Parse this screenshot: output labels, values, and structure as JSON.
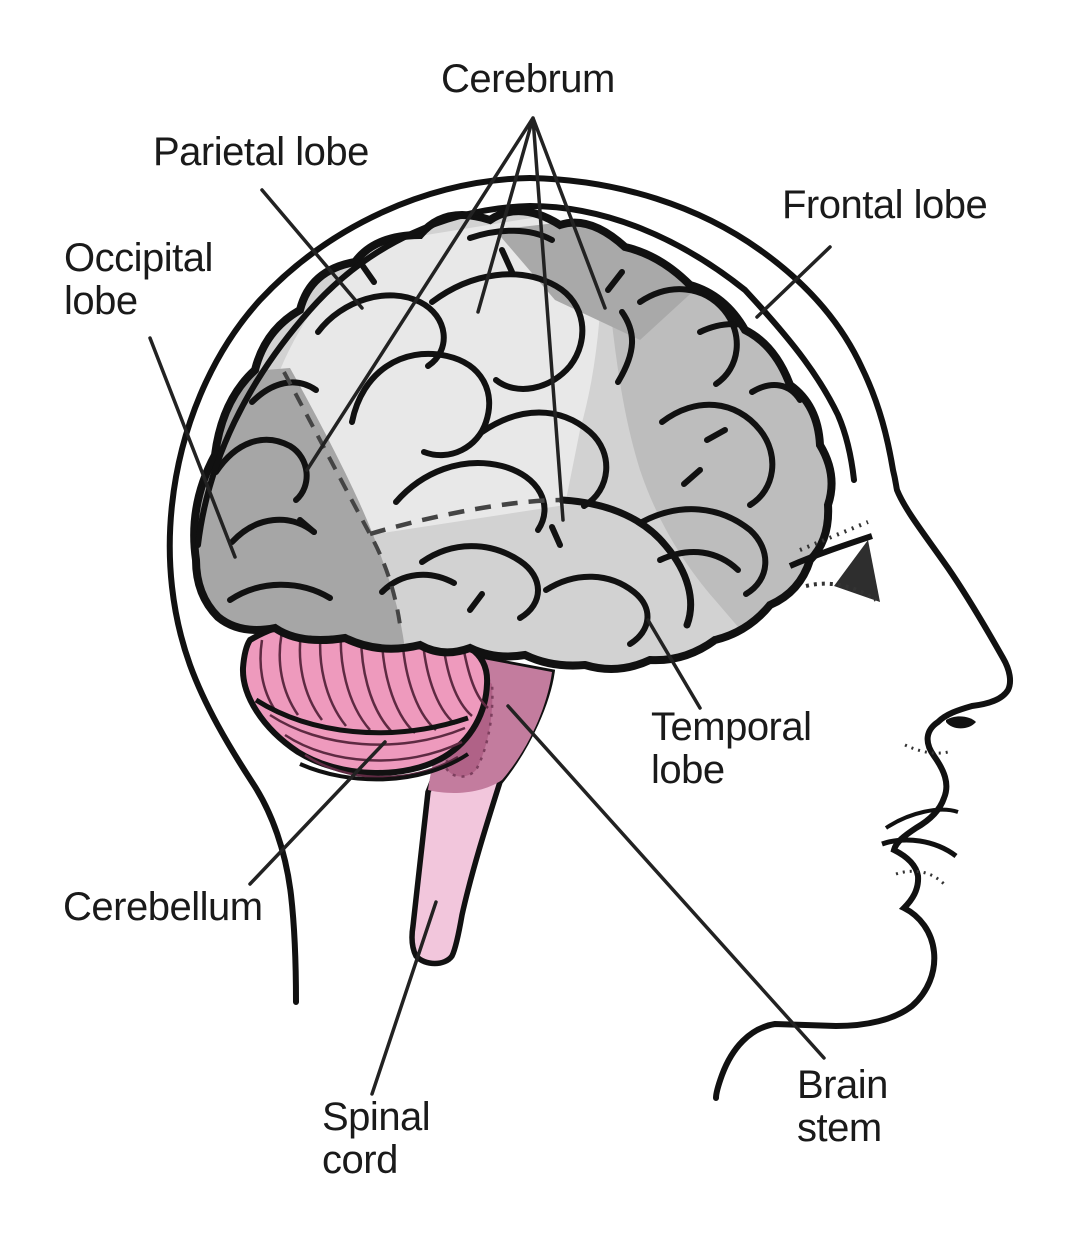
{
  "diagram": {
    "subject": "Human brain side view inside head profile",
    "background": "#ffffff",
    "outline_color": "#111111",
    "leader_line_color": "#222222",
    "parts": [
      {
        "id": "cerebrum",
        "label": "Cerebrum",
        "color": "#d2d2d2"
      },
      {
        "id": "parietal-lobe",
        "label": "Parietal lobe",
        "color": "#e8e8e8"
      },
      {
        "id": "occipital-lobe",
        "label": "Occipital lobe",
        "color": "#a6a6a6"
      },
      {
        "id": "frontal-lobe",
        "label": "Frontal lobe",
        "color": "#bdbdbd"
      },
      {
        "id": "temporal-lobe",
        "label": "Temporal lobe",
        "color": "#d2d2d2"
      },
      {
        "id": "cerebellum",
        "label": "Cerebellum",
        "color": "#ee9abd"
      },
      {
        "id": "brain-stem",
        "label": "Brain stem",
        "color": "#c37c9e"
      },
      {
        "id": "spinal-cord",
        "label": "Spinal cord",
        "color": "#f2c6dc"
      }
    ]
  }
}
